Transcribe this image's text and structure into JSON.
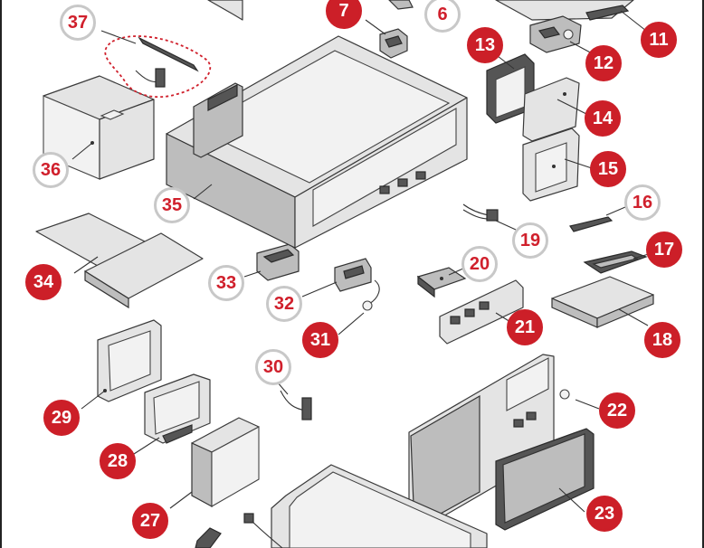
{
  "diagram": {
    "callouts": [
      {
        "label": "6",
        "style": "open"
      },
      {
        "label": "7",
        "style": "filled"
      },
      {
        "label": "11",
        "style": "filled"
      },
      {
        "label": "12",
        "style": "filled"
      },
      {
        "label": "13",
        "style": "filled"
      },
      {
        "label": "14",
        "style": "filled"
      },
      {
        "label": "15",
        "style": "filled"
      },
      {
        "label": "16",
        "style": "open"
      },
      {
        "label": "17",
        "style": "filled"
      },
      {
        "label": "18",
        "style": "filled"
      },
      {
        "label": "19",
        "style": "open"
      },
      {
        "label": "20",
        "style": "open"
      },
      {
        "label": "21",
        "style": "filled"
      },
      {
        "label": "22",
        "style": "filled"
      },
      {
        "label": "23",
        "style": "filled"
      },
      {
        "label": "27",
        "style": "filled"
      },
      {
        "label": "28",
        "style": "filled"
      },
      {
        "label": "29",
        "style": "filled"
      },
      {
        "label": "30",
        "style": "open"
      },
      {
        "label": "31",
        "style": "filled"
      },
      {
        "label": "32",
        "style": "open"
      },
      {
        "label": "33",
        "style": "open"
      },
      {
        "label": "34",
        "style": "filled"
      },
      {
        "label": "35",
        "style": "open"
      },
      {
        "label": "36",
        "style": "open"
      },
      {
        "label": "37",
        "style": "open"
      }
    ],
    "colors": {
      "callout_red": "#cc1f28",
      "callout_ring": "#c8c8c8",
      "line_art": "#3a3a3a",
      "part_fill": "#e4e4e4",
      "antenna_outline": "#d0202c"
    }
  }
}
